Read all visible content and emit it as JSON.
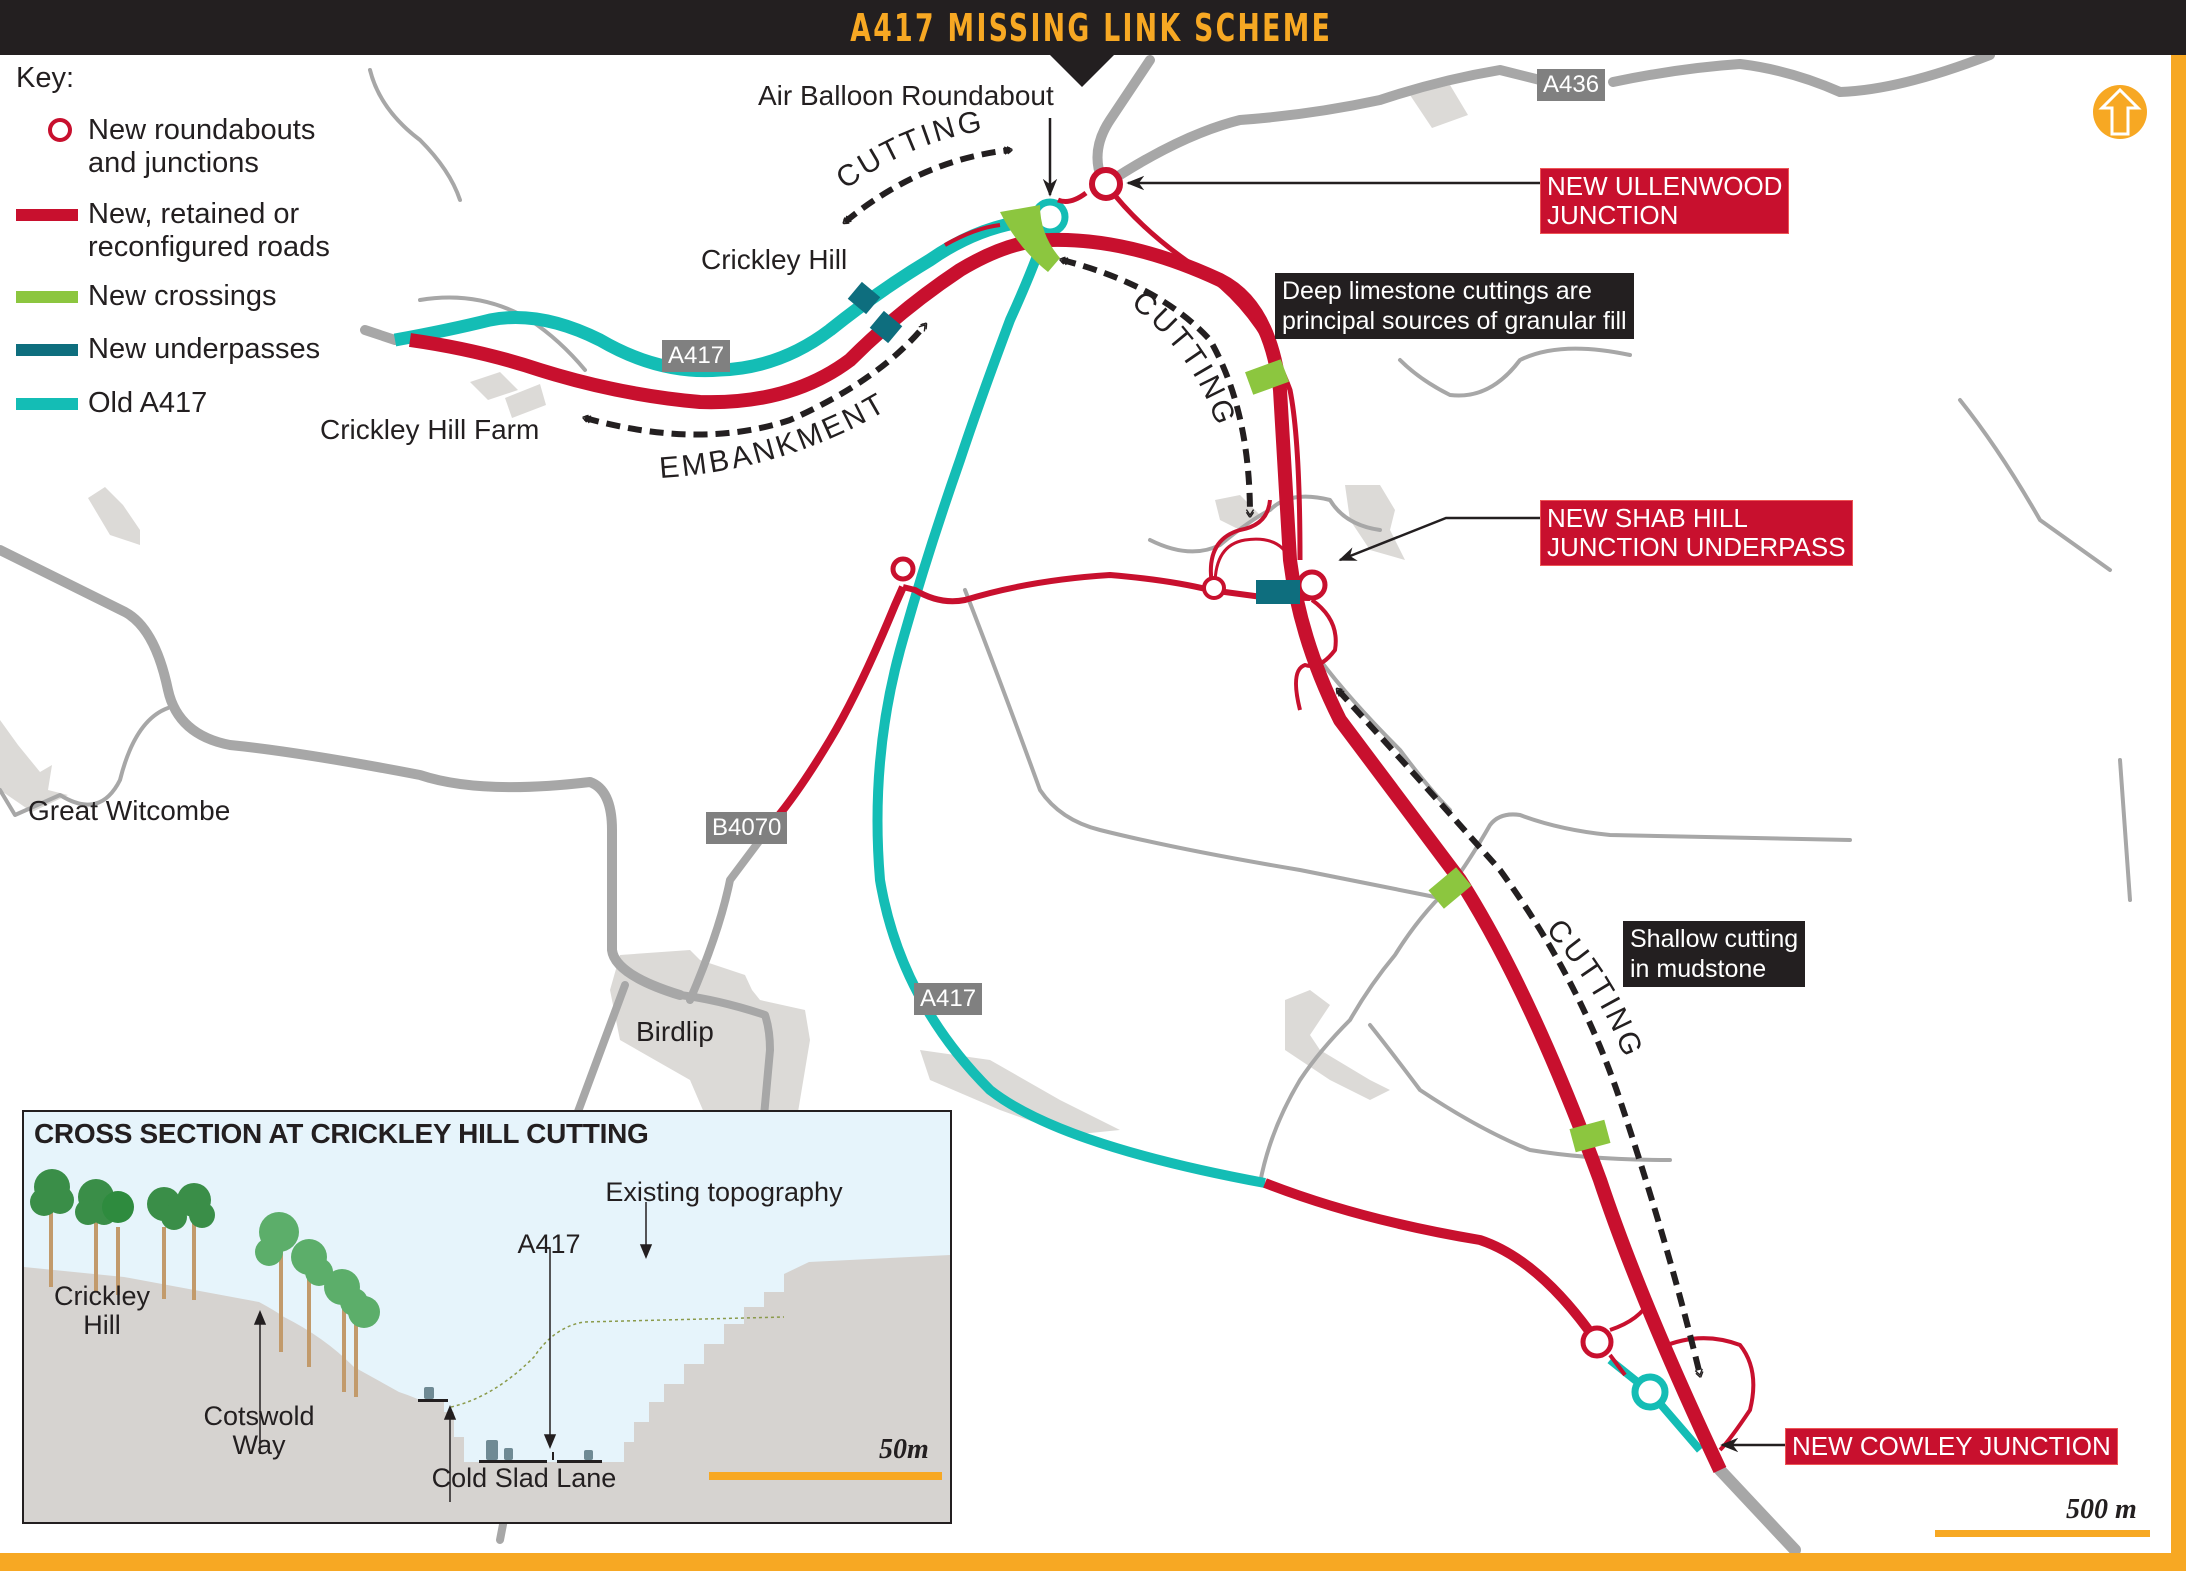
{
  "header": {
    "title": "A417 MISSING LINK SCHEME"
  },
  "colors": {
    "accent_orange": "#f7a823",
    "header_bg": "#231f20",
    "new_road_red": "#c8102e",
    "old_a417_teal": "#14bdb5",
    "underpass_teal": "#0e6e7e",
    "crossing_green": "#8cc63f",
    "existing_road_grey": "#a7a7a7",
    "settlement_grey": "#dcdad7",
    "inset_sky": "#e6f4fb",
    "inset_ground": "#d6d3d0"
  },
  "key": {
    "title": "Key:",
    "items": [
      {
        "icon": "red-ring-icon",
        "label": "New roundabouts\nand junctions",
        "color": "#c8102e"
      },
      {
        "icon": "red-line-icon",
        "label": "New, retained or\nreconfigured roads",
        "color": "#c8102e"
      },
      {
        "icon": "green-bar-icon",
        "label": "New crossings",
        "color": "#8cc63f"
      },
      {
        "icon": "dark-teal-bar-icon",
        "label": "New underpasses",
        "color": "#0e6e7e"
      },
      {
        "icon": "teal-line-icon",
        "label": "Old A417",
        "color": "#14bdb5"
      }
    ]
  },
  "places": {
    "air_balloon": "Air Balloon Roundabout",
    "crickley_hill": "Crickley Hill",
    "crickley_hill_farm": "Crickley Hill Farm",
    "great_witcombe": "Great Witcombe",
    "birdlip": "Birdlip"
  },
  "road_shields": {
    "a436": "A436",
    "a417_upper": "A417",
    "b4070": "B4070",
    "a417_lower": "A417"
  },
  "earthworks": {
    "cutting_1": "CUTTING",
    "cutting_2": "CUTTING",
    "cutting_3": "CUTTING",
    "embankment": "EMBANKMENT"
  },
  "callouts": {
    "ullenwood": "NEW ULLENWOOD\nJUNCTION",
    "shab_hill": "NEW SHAB HILL\nJUNCTION UNDERPASS",
    "cowley": "NEW COWLEY JUNCTION",
    "deep_limestone": "Deep limestone cuttings are\nprincipal sources of granular fill",
    "shallow_cutting": "Shallow cutting\nin mudstone"
  },
  "scale_bar": {
    "label": "500 m"
  },
  "north_arrow": {
    "icon": "north-arrow-icon"
  },
  "inset": {
    "title": "CROSS SECTION AT CRICKLEY HILL CUTTING",
    "labels": {
      "crickley_hill": "Crickley\nHill",
      "cotswold_way": "Cotswold\nWay",
      "cold_slad_lane": "Cold Slad Lane",
      "a417": "A417",
      "existing_topography": "Existing topography"
    },
    "scale_bar_label": "50m"
  }
}
